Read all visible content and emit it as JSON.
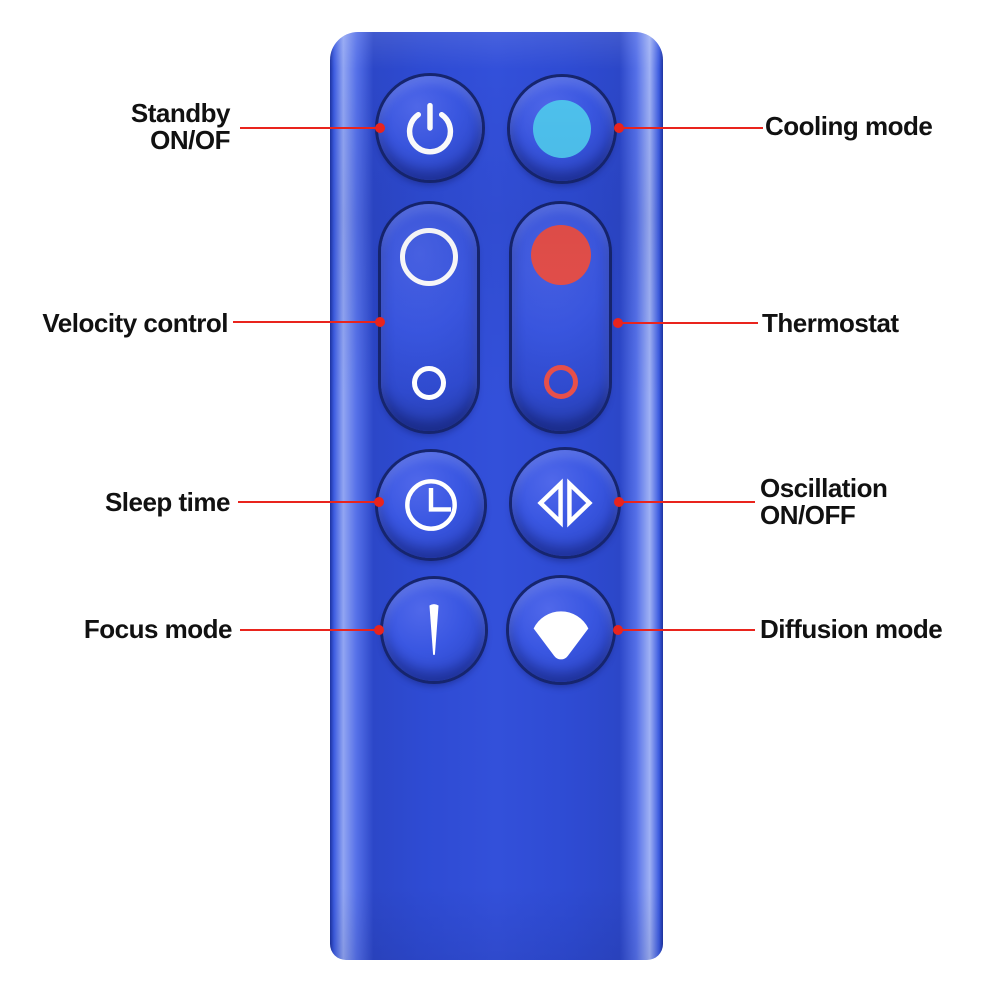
{
  "colors": {
    "background": "#ffffff",
    "remote_body_blue": "#2e4bd3",
    "button_blue": "#3a57e2",
    "button_outline_navy": "#16256e",
    "icon_white": "#ffffff",
    "cooling_cyan": "#4ec2ee",
    "thermostat_red": "#e8504a",
    "annotation_line_red": "#e9241d",
    "label_text": "#111111"
  },
  "callouts": {
    "standby": {
      "line1": "Standby",
      "line2": "ON/OF"
    },
    "cooling": {
      "line1": "Cooling mode"
    },
    "velocity": {
      "line1": "Velocity control"
    },
    "thermostat": {
      "line1": "Thermostat"
    },
    "sleep": {
      "line1": "Sleep time"
    },
    "oscillation": {
      "line1": "Oscillation",
      "line2": "ON/OFF"
    },
    "focus": {
      "line1": "Focus mode"
    },
    "diffusion": {
      "line1": "Diffusion mode"
    }
  },
  "buttons": {
    "power": {
      "icon": "power-icon"
    },
    "cooling": {
      "icon": "cooling-dot-icon"
    },
    "velocity": {
      "icon": "speed-large-small-rings-icon"
    },
    "thermostat": {
      "icon": "heat-large-dot-small-ring-icon"
    },
    "sleep": {
      "icon": "clock-icon"
    },
    "oscillation": {
      "icon": "left-right-triangles-icon"
    },
    "focus": {
      "icon": "focused-jet-icon"
    },
    "diffusion": {
      "icon": "diffused-fan-icon"
    }
  }
}
